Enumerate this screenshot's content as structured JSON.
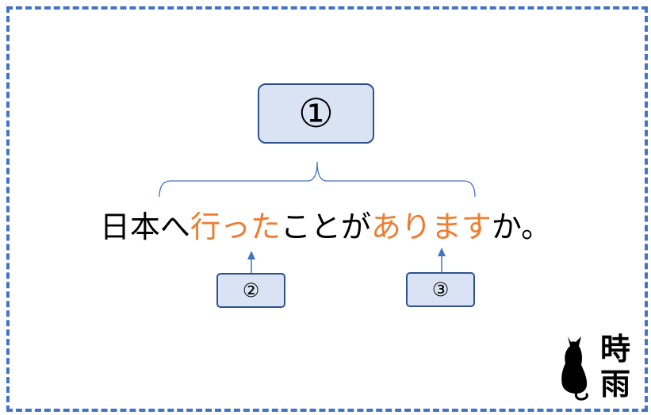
{
  "diagram": {
    "main_label": "①",
    "label_2": "②",
    "label_3": "③",
    "sentence": {
      "part1": "日本へ",
      "part2": "行った",
      "part3": "ことが",
      "part4": "あります",
      "part5": "か。"
    },
    "colors": {
      "frame": "#4472c4",
      "box_fill": "#dae3f3",
      "box_border": "#2f528f",
      "highlight": "#ed7d31",
      "connector": "#4472c4"
    }
  },
  "logo": {
    "line1": "時",
    "line2": "雨",
    "icon": "cat-silhouette-icon"
  }
}
